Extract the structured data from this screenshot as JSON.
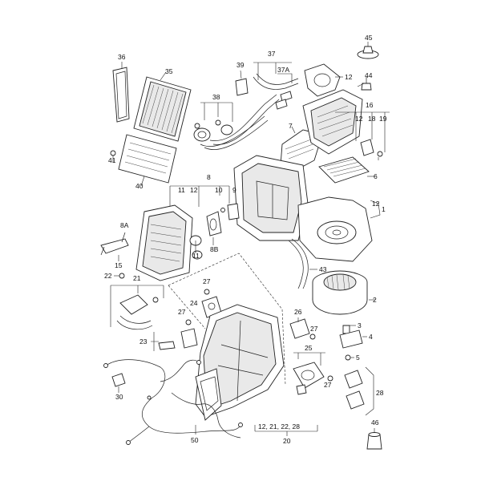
{
  "callouts": {
    "c1": "1",
    "c2": "2",
    "c3": "3",
    "c4": "4",
    "c5": "5",
    "c6": "6",
    "c7": "7",
    "c8": "8",
    "c8A": "8A",
    "c8B": "8B",
    "c9": "9",
    "c10": "10",
    "c11a": "11",
    "c11b": "11",
    "c12a": "12",
    "c12b": "12",
    "c12c": "12",
    "c12d": "12",
    "c15": "15",
    "c16": "16",
    "c18": "18",
    "c19": "19",
    "c20": "20",
    "c20list": "12, 21, 22, 28",
    "c21": "21",
    "c22": "22",
    "c23": "23",
    "c24": "24",
    "c25": "25",
    "c26": "26",
    "c27a": "27",
    "c27b": "27",
    "c27c": "27",
    "c27d": "27",
    "c28": "28",
    "c30": "30",
    "c35": "35",
    "c36": "36",
    "c37": "37",
    "c37A": "37A",
    "c38": "38",
    "c39": "39",
    "c40": "40",
    "c41": "41",
    "c43": "43",
    "c44": "44",
    "c45": "45",
    "c46": "46",
    "c50": "50"
  }
}
